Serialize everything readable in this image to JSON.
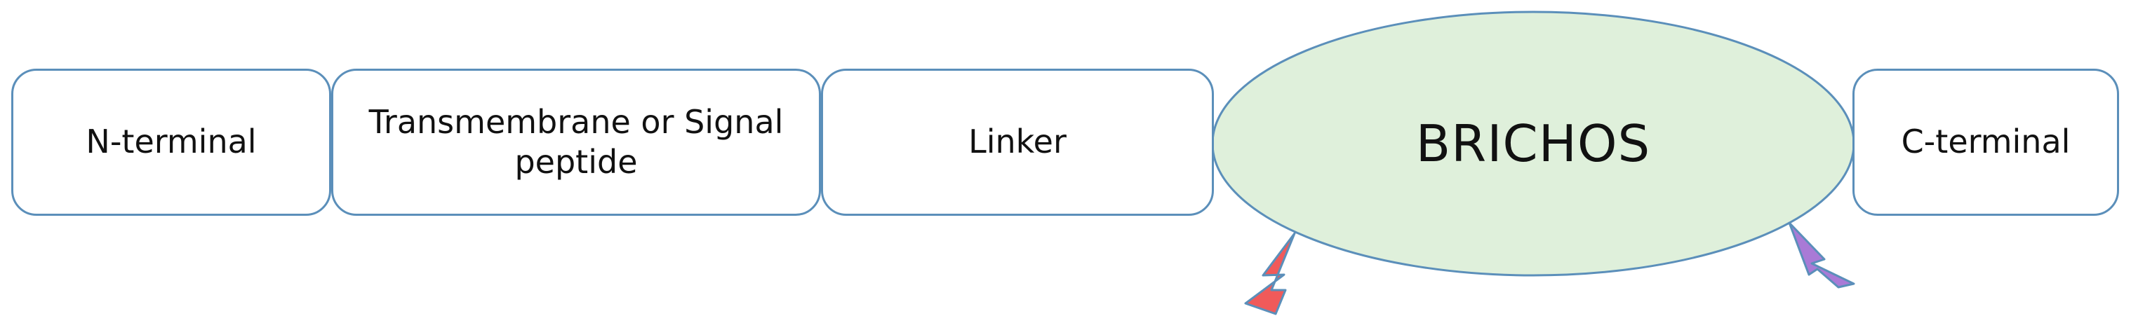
{
  "domains": {
    "n_terminal": "N-terminal",
    "transmembrane": "Transmembrane or Signal peptide",
    "linker": "Linker",
    "brichos": "BRICHOS",
    "c_terminal": "C-terminal"
  },
  "colors": {
    "box_border": "#5b8fba",
    "brichos_fill": "#dff0db",
    "left_bolt_fill": "#f05a5a",
    "right_bolt_fill": "#a97ad6"
  }
}
